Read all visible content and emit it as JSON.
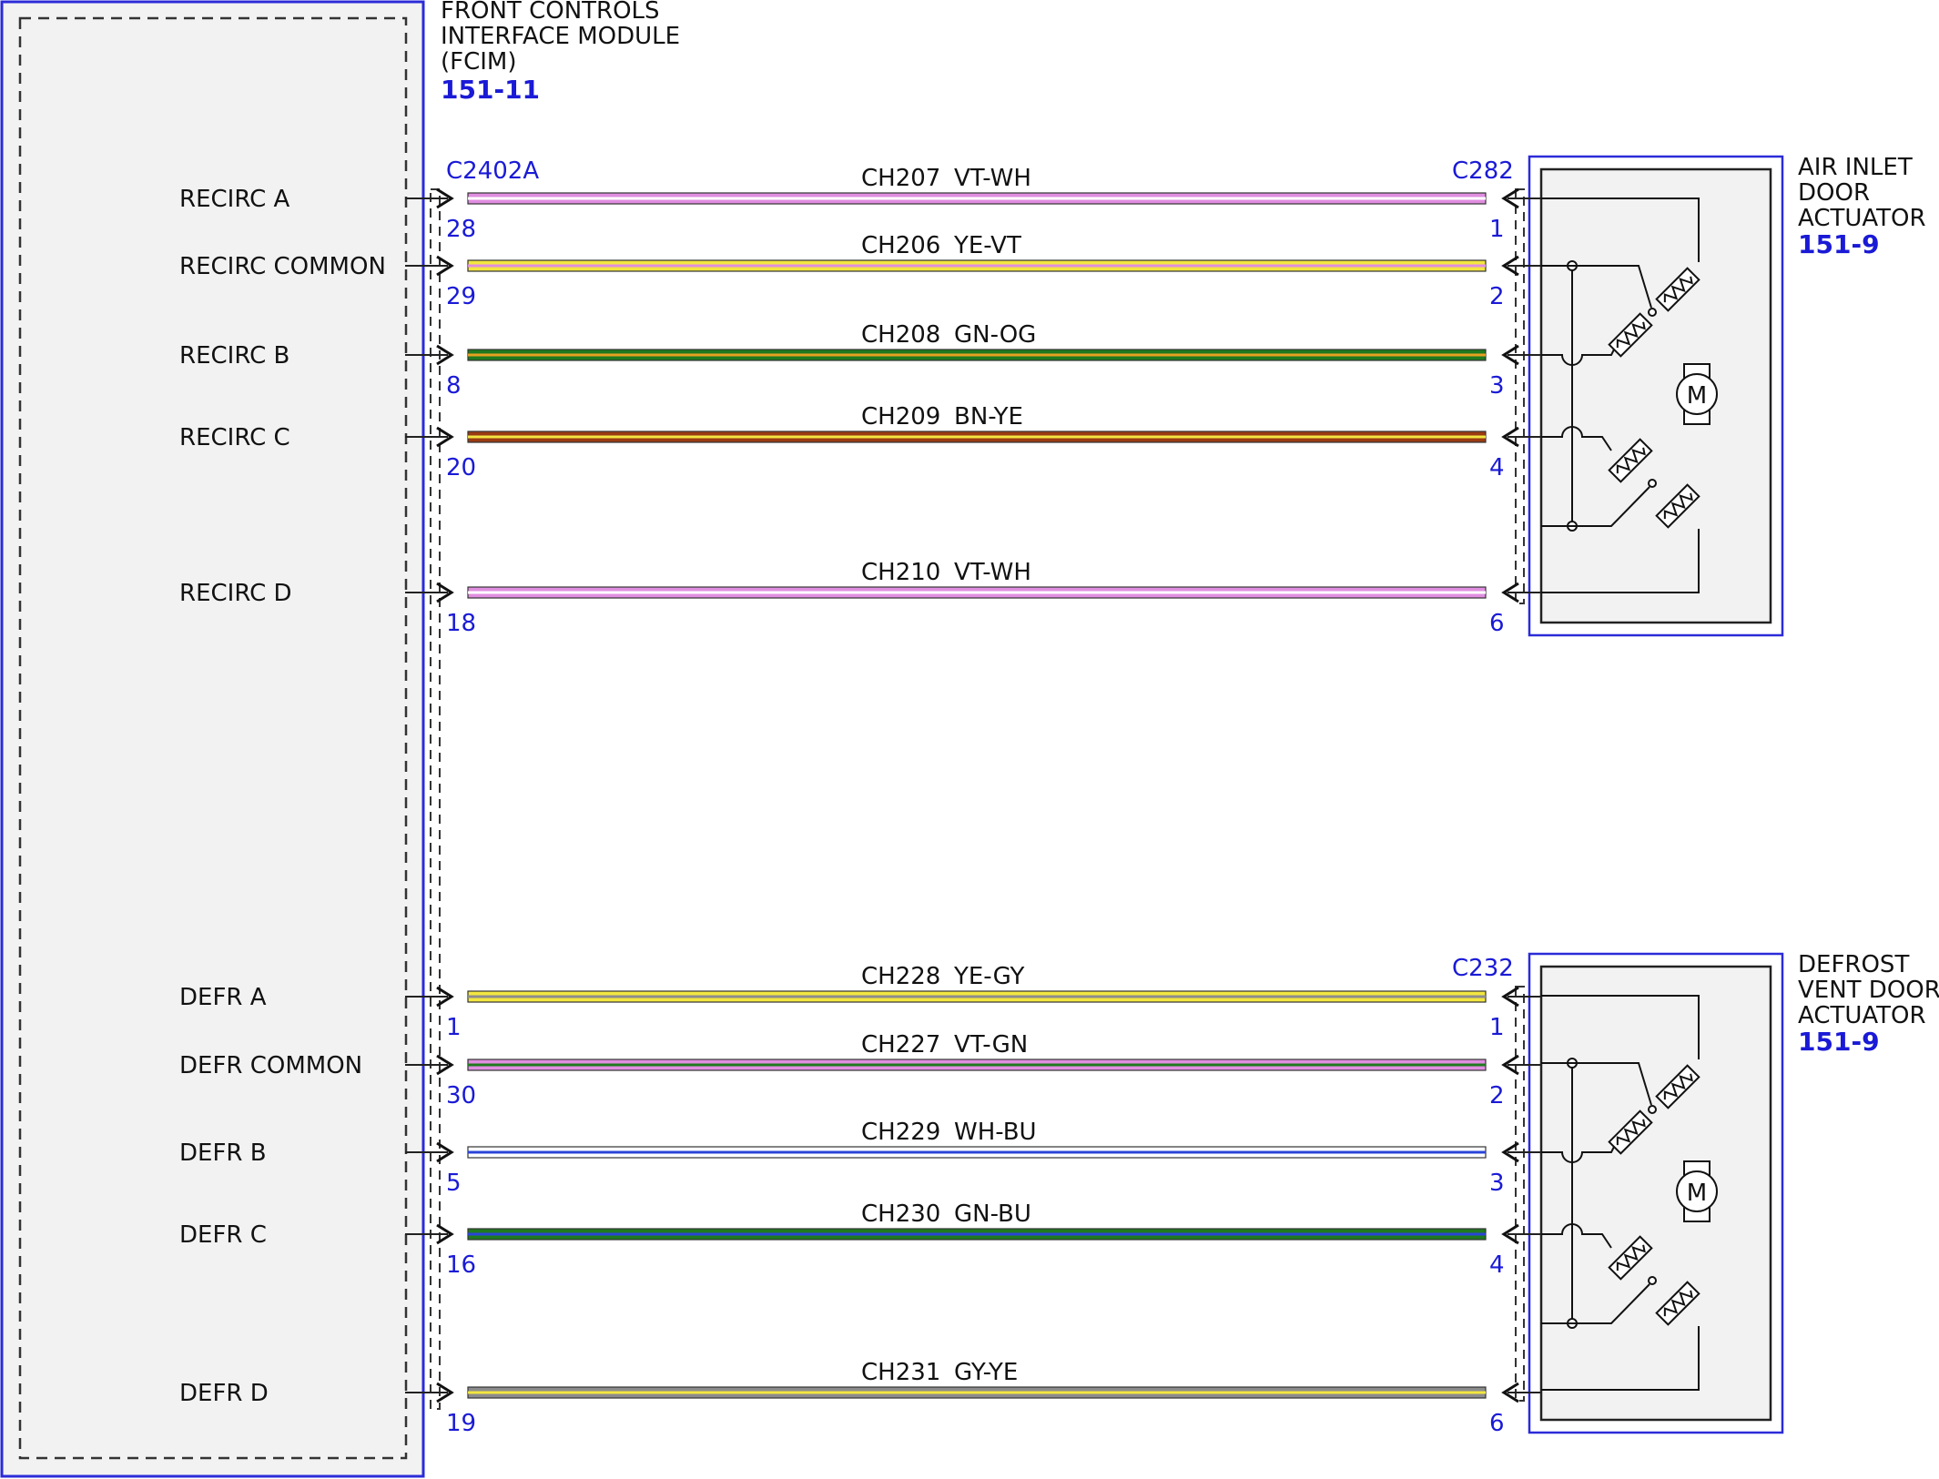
{
  "module": {
    "title_lines": [
      "FRONT CONTROLS",
      "INTERFACE MODULE",
      "(FCIM)"
    ],
    "ref": "151-11",
    "connector": "C2402A"
  },
  "actuators": [
    {
      "title_lines": [
        "AIR INLET",
        "DOOR",
        "ACTUATOR"
      ],
      "ref": "151-9",
      "connector": "C282"
    },
    {
      "title_lines": [
        "DEFROST",
        "VENT DOOR",
        "ACTUATOR"
      ],
      "ref": "151-9",
      "connector": "C232"
    }
  ],
  "motor_label": "M",
  "colors": {
    "module_border": "#2b2bd8",
    "pin_text": "#1a1ad6",
    "module_fill": "#f2f2f2",
    "VT": "#e08ee0",
    "WH": "#ffffff",
    "YE": "#f2e640",
    "GN": "#1f7a1f",
    "OG": "#e8a020",
    "BN": "#9a3b12",
    "GY": "#8c8c8c",
    "BU": "#2a44d8"
  },
  "wires": [
    {
      "signal": "RECIRC A",
      "circuit": "CH207",
      "color": "VT-WH",
      "module_pin": "28",
      "actuator_pin": "1",
      "group": 0
    },
    {
      "signal": "RECIRC COMMON",
      "circuit": "CH206",
      "color": "YE-VT",
      "module_pin": "29",
      "actuator_pin": "2",
      "group": 0
    },
    {
      "signal": "RECIRC B",
      "circuit": "CH208",
      "color": "GN-OG",
      "module_pin": "8",
      "actuator_pin": "3",
      "group": 0
    },
    {
      "signal": "RECIRC C",
      "circuit": "CH209",
      "color": "BN-YE",
      "module_pin": "20",
      "actuator_pin": "4",
      "group": 0
    },
    {
      "signal": "RECIRC D",
      "circuit": "CH210",
      "color": "VT-WH",
      "module_pin": "18",
      "actuator_pin": "6",
      "group": 0
    },
    {
      "signal": "DEFR A",
      "circuit": "CH228",
      "color": "YE-GY",
      "module_pin": "1",
      "actuator_pin": "1",
      "group": 1
    },
    {
      "signal": "DEFR COMMON",
      "circuit": "CH227",
      "color": "VT-GN",
      "module_pin": "30",
      "actuator_pin": "2",
      "group": 1
    },
    {
      "signal": "DEFR B",
      "circuit": "CH229",
      "color": "WH-BU",
      "module_pin": "5",
      "actuator_pin": "3",
      "group": 1
    },
    {
      "signal": "DEFR C",
      "circuit": "CH230",
      "color": "GN-BU",
      "module_pin": "16",
      "actuator_pin": "4",
      "group": 1
    },
    {
      "signal": "DEFR D",
      "circuit": "CH231",
      "color": "GY-YE",
      "module_pin": "19",
      "actuator_pin": "6",
      "group": 1
    }
  ]
}
